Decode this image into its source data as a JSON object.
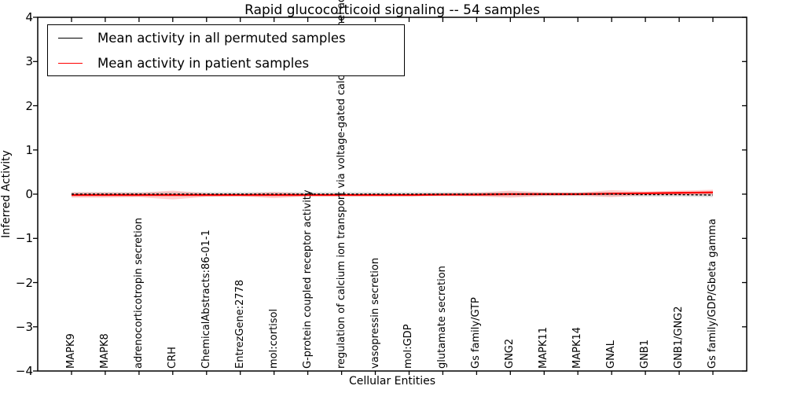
{
  "chart_data": {
    "type": "line",
    "title": "Rapid glucocorticoid signaling -- 54 samples",
    "xlabel": "Cellular Entities",
    "ylabel": "Inferred Activity",
    "xlim": [
      -1,
      20
    ],
    "ylim": [
      -4,
      4
    ],
    "grid": false,
    "yticks": [
      4,
      3,
      2,
      1,
      0,
      -1,
      -2,
      -3,
      -4
    ],
    "ytick_labels": [
      "4",
      "3",
      "2",
      "1",
      "0",
      "−1",
      "−2",
      "−3",
      "−4"
    ],
    "categories": [
      "MAPK9",
      "MAPK8",
      "adrenocorticotropin secretion",
      "CRH",
      "ChemicalAbstracts:86-01-1",
      "EntrezGene:2778",
      "mol:cortisol",
      "G-protein coupled receptor activity",
      "regulation of calcium ion transport via voltage-gated calcium channel activity",
      "vasopressin secretion",
      "mol:GDP",
      "glutamate secretion",
      "Gs family/GTP",
      "GNG2",
      "MAPK11",
      "MAPK14",
      "GNAL",
      "GNB1",
      "GNB1/GNG2",
      "Gs family/GDP/Gbeta gamma"
    ],
    "series": [
      {
        "name": "Mean activity in all permuted samples",
        "color": "#000000",
        "style": "dashed",
        "values": [
          0,
          0,
          0,
          0,
          0,
          0,
          0,
          0,
          0,
          0,
          0,
          0,
          0,
          0,
          0,
          0,
          0,
          -0.01,
          -0.01,
          -0.02
        ],
        "band_halfwidth": [
          0.045,
          0.045,
          0.045,
          0.045,
          0.045,
          0.045,
          0.045,
          0.045,
          0.045,
          0.045,
          0.045,
          0.045,
          0.045,
          0.045,
          0.045,
          0.045,
          0.045,
          0.045,
          0.045,
          0.045
        ],
        "band_color": "rgba(0,0,0,0.13)"
      },
      {
        "name": "Mean activity in patient samples",
        "color": "#ff0000",
        "style": "solid",
        "values": [
          -0.02,
          -0.02,
          -0.02,
          -0.02,
          -0.02,
          -0.02,
          -0.02,
          -0.02,
          -0.02,
          -0.02,
          -0.02,
          -0.01,
          -0.01,
          0,
          0,
          0,
          0.01,
          0.02,
          0.03,
          0.04
        ],
        "band_halfwidth": [
          0.06,
          0.06,
          0.05,
          0.1,
          0.04,
          0.03,
          0.07,
          0.03,
          0.03,
          0.03,
          0.03,
          0.03,
          0.04,
          0.08,
          0.04,
          0.03,
          0.08,
          0.04,
          0.05,
          0.06
        ],
        "band_color": "rgba(255,0,0,0.18)"
      }
    ],
    "legend": {
      "position": "upper left",
      "entries": [
        {
          "label": "Mean activity in all permuted samples",
          "color": "#000000"
        },
        {
          "label": "Mean activity in patient samples",
          "color": "#ff0000"
        }
      ]
    }
  }
}
